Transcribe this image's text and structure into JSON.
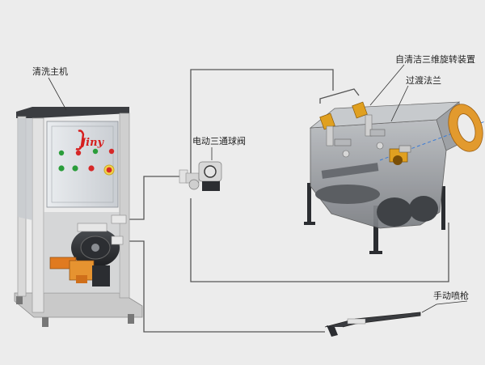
{
  "labels": {
    "main_unit": "清洗主机",
    "ball_valve": "电动三通球阀",
    "rotary_device": "自清洁三维旋转装置",
    "flange": "过渡法兰",
    "spray_gun": "手动喷枪"
  },
  "brand": "Jiny",
  "panel": {
    "indicator_colors": [
      "#2a9d3a",
      "#d62828",
      "#2a9d3a",
      "#d62828",
      "#2a9d3a"
    ],
    "button_colors": [
      "#2a9d3a",
      "#d62828",
      "#2a9d3a"
    ],
    "estop_color": "#d62828"
  },
  "colors": {
    "background": "#ececec",
    "pipe": "#555555",
    "frame": "#d4d4d4",
    "panel": "#dcdfe3",
    "nozzle": "#e0a020",
    "flange": "#e29a2e",
    "pump": "#e07a20"
  }
}
